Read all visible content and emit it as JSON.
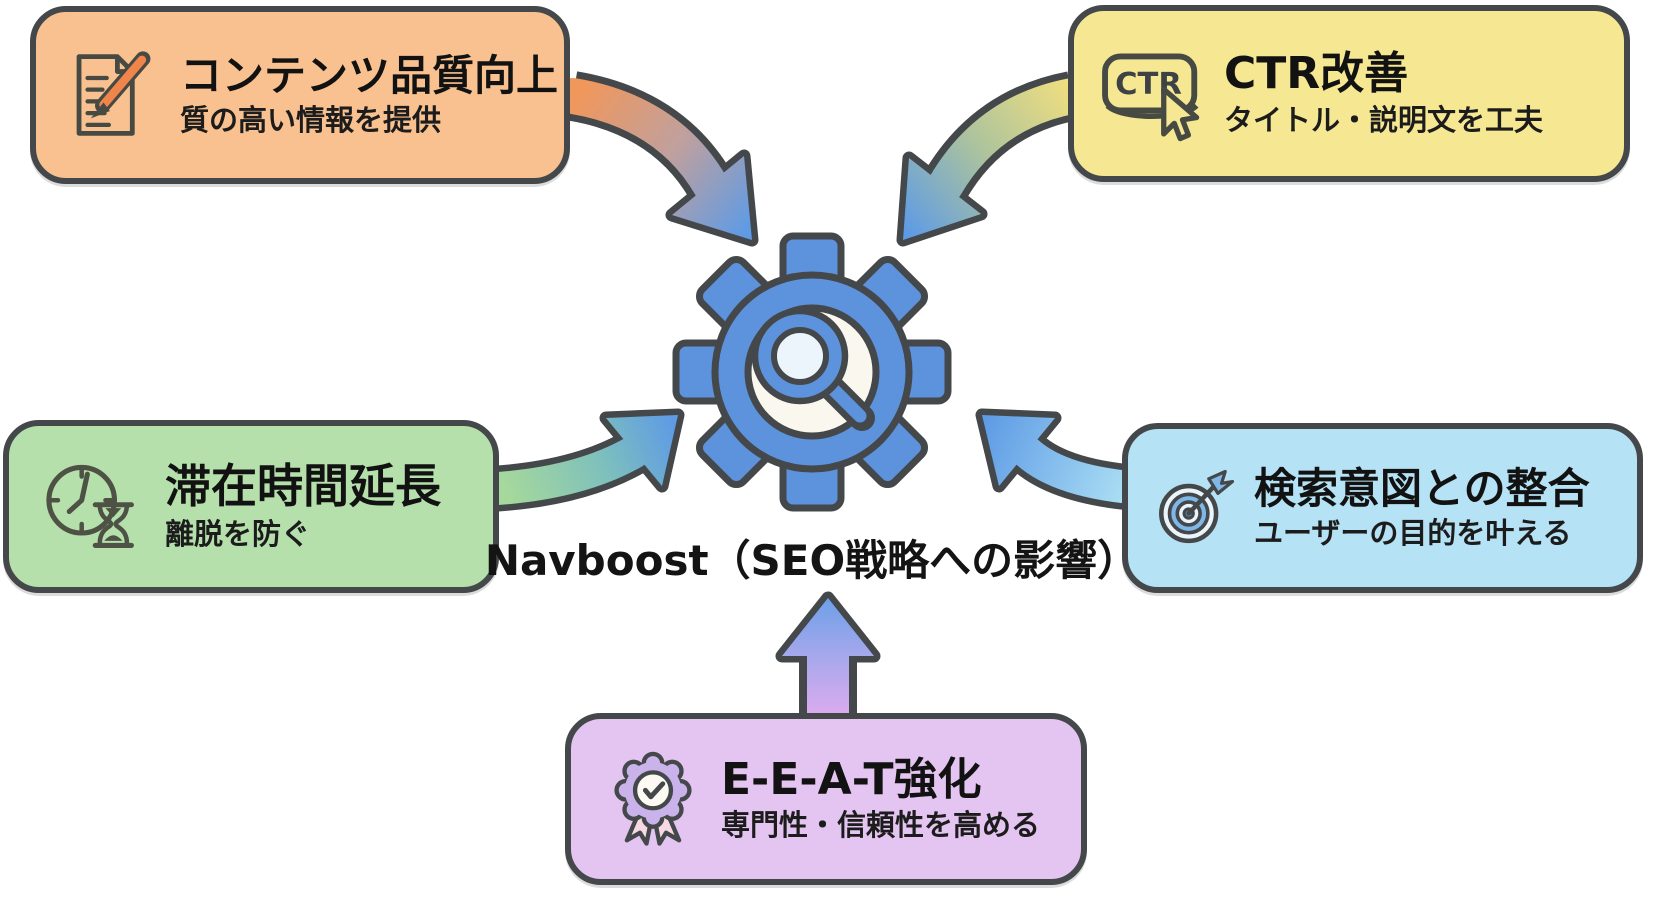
{
  "center": {
    "caption": "Navboost（SEO戦略への影響）",
    "icon": "gear-magnifier-icon"
  },
  "nodes": [
    {
      "id": "content-quality",
      "title": "コンテンツ品質向上",
      "subtitle": "質の高い情報を提供",
      "icon": "document-pencil-icon",
      "fill": "#F8C18F"
    },
    {
      "id": "ctr-improvement",
      "title": "CTR改善",
      "subtitle": "タイトル・説明文を工夫",
      "icon": "ctr-key-cursor-icon",
      "fill": "#F6E792",
      "key_label": "CTR"
    },
    {
      "id": "dwell-time",
      "title": "滞在時間延長",
      "subtitle": "離脱を防ぐ",
      "icon": "clock-hourglass-icon",
      "fill": "#B5E0AC"
    },
    {
      "id": "search-intent",
      "title": "検索意図との整合",
      "subtitle": "ユーザーの目的を叶える",
      "icon": "target-dart-icon",
      "fill": "#B5E2F4"
    },
    {
      "id": "eeat",
      "title": "E-E-A-T強化",
      "subtitle": "専門性・信頼性を高める",
      "icon": "badge-check-icon",
      "fill": "#E4C4F0"
    }
  ],
  "colors": {
    "background": "#FFFFFF",
    "outline": "#44484B",
    "gear_blue": "#5C93DC",
    "arrow_blue": "#5E9BE5",
    "orange": "#F8C18F",
    "yellow": "#F6E792",
    "green": "#B5E0AC",
    "light_blue": "#B5E2F4",
    "purple": "#E4C4F0",
    "text": "#141414"
  }
}
